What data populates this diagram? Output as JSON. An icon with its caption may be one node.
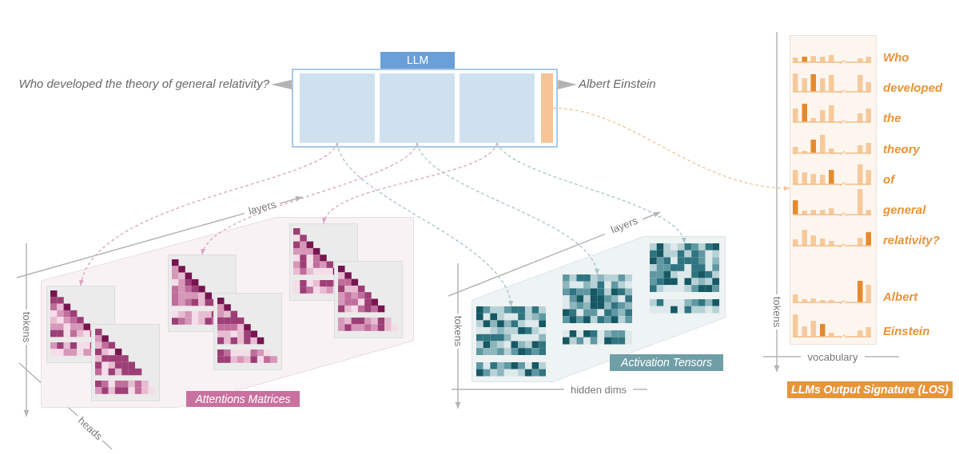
{
  "diagram": {
    "nodes": [
      {
        "text": [
          "Who developed the theory of general relativity?"
        ]
      },
      {
        "text": [
          "LLM"
        ]
      },
      {
        "text": [],
        "shape": "box",
        "in": 1
      },
      {
        "text": [],
        "shape": "box",
        "in": 1
      },
      {
        "text": [],
        "shape": "box",
        "in": 1
      },
      {
        "text": [],
        "shape": "bar",
        "in": 1
      },
      {
        "text": [
          "Albert Einstein"
        ]
      },
      {
        "text": [
          "Attentions Matrices"
        ]
      },
      {
        "text": [],
        "shape": "picture",
        "in": 7
      },
      {
        "text": [],
        "shape": "picture",
        "in": 7
      },
      {
        "text": [],
        "shape": "picture",
        "in": 7
      },
      {
        "text": [],
        "shape": "picture",
        "in": 7
      },
      {
        "text": [],
        "shape": "picture",
        "in": 7
      },
      {
        "text": [],
        "shape": "picture",
        "in": 7
      },
      {
        "text": [
          "Activation Tensors"
        ]
      },
      {
        "text": [],
        "shape": "picture",
        "in": 14
      },
      {
        "text": [],
        "shape": "picture",
        "in": 14
      },
      {
        "text": [],
        "shape": "picture",
        "in": 14
      },
      {
        "text": [
          "LLMs Output Signature (LOS)"
        ]
      }
    ],
    "edges": [
      {
        "from": 0,
        "to": 1,
        "arrow": "none"
      },
      {
        "from": 1,
        "to": 6,
        "arrow": "none"
      },
      {
        "from": 2,
        "to": 8,
        "arrow": "to",
        "style": "dashed",
        "color": "#d8a7bf"
      },
      {
        "from": 2,
        "to": 15,
        "arrow": "to",
        "style": "dashed",
        "color": "#a7c4c9"
      },
      {
        "from": 3,
        "to": 10,
        "arrow": "to",
        "style": "dashed",
        "color": "#d8a7bf"
      },
      {
        "from": 3,
        "to": 16,
        "arrow": "to",
        "style": "dashed",
        "color": "#a7c4c9"
      },
      {
        "from": 4,
        "to": 12,
        "arrow": "to",
        "style": "dashed",
        "color": "#d8a7bf"
      },
      {
        "from": 4,
        "to": 17,
        "arrow": "to",
        "style": "dashed",
        "color": "#a7c4c9"
      },
      {
        "from": 5,
        "to": 18,
        "arrow": "to",
        "style": "dashed",
        "color": "#f1c595"
      }
    ],
    "labels": [
      "layers",
      "tokens",
      "heads",
      "layers",
      "tokens",
      "hidden dims",
      "Who",
      "developed",
      "the",
      "theory",
      "of",
      "general",
      "relativity?",
      "Albert",
      "Einstein",
      "tokens",
      "vocabulary"
    ]
  }
}
